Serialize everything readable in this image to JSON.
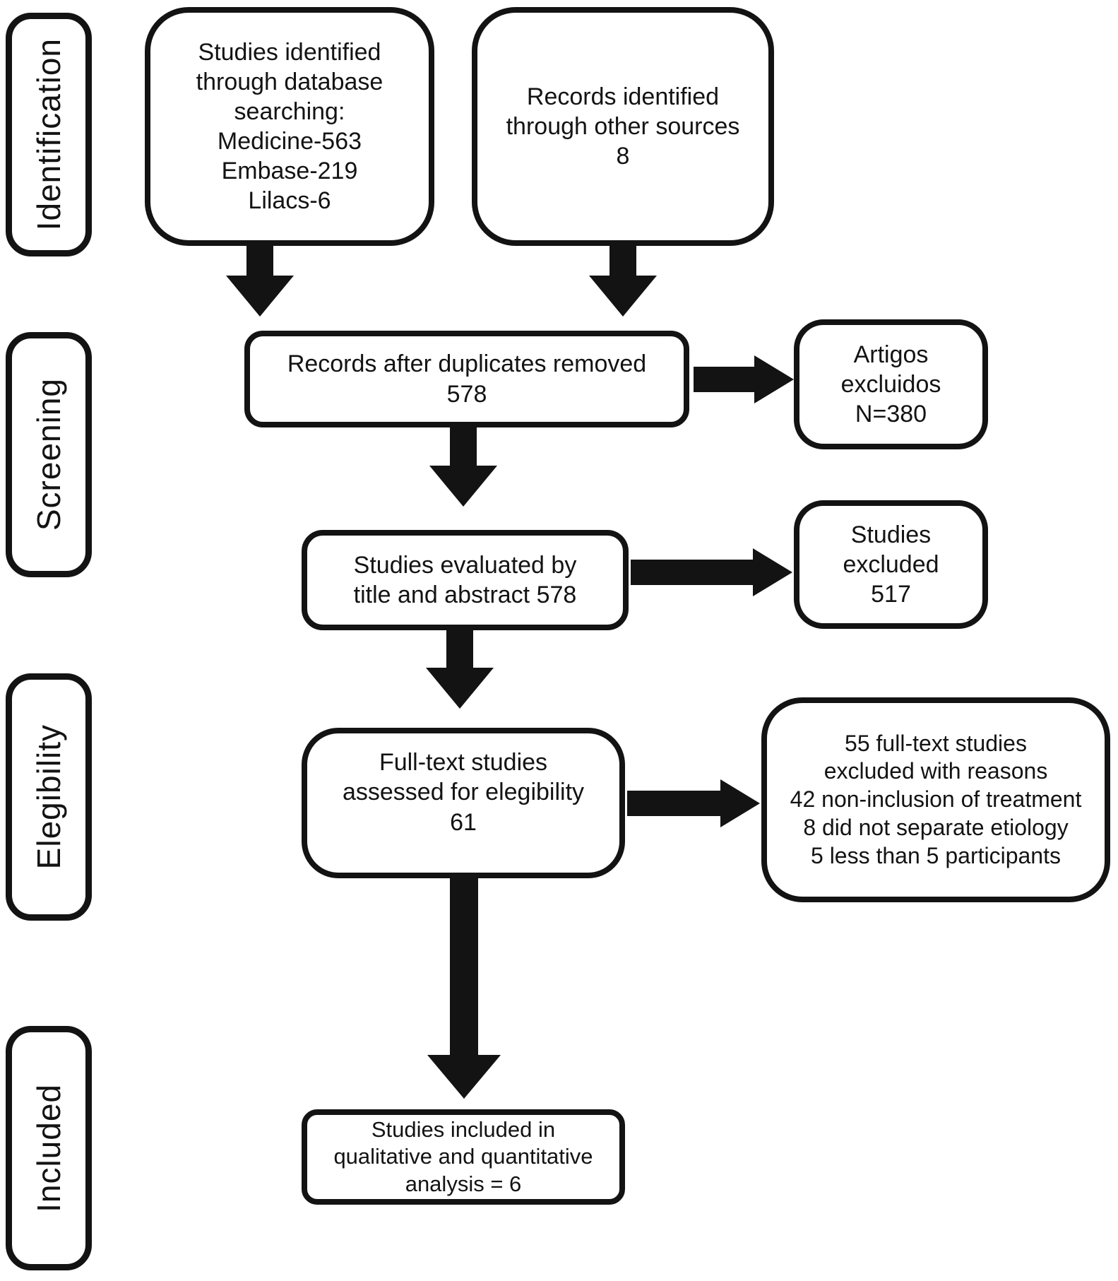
{
  "colors": {
    "ink": "#131313",
    "box_fill": "#ffffff",
    "background": "#ffffff"
  },
  "stages": [
    {
      "label": "Identification"
    },
    {
      "label": "Screening"
    },
    {
      "label": "Elegibility"
    },
    {
      "label": "Included"
    }
  ],
  "nodes": {
    "database_search": {
      "text": "Studies identified\nthrough database\nsearching:\nMedicine-563\nEmbase-219\nLilacs-6"
    },
    "other_sources": {
      "text": "Records identified\nthrough other sources\n8"
    },
    "after_duplicates": {
      "text": "Records after duplicates removed\n578"
    },
    "artigos_excluidos": {
      "text": "Artigos\nexcluidos\nN=380"
    },
    "title_abstract": {
      "text": "Studies evaluated by\ntitle and abstract 578"
    },
    "studies_excluded": {
      "text": "Studies\nexcluded\n517"
    },
    "fulltext_assessed": {
      "text": "Full-text studies\nassessed for elegibility\n61"
    },
    "fulltext_excluded_reasons": {
      "text": "55 full-text studies\nexcluded with reasons\n42 non-inclusion of treatment\n8 did not separate etiology\n5 less than 5 participants"
    },
    "included_analysis": {
      "text": "Studies included in\nqualitative and quantitative\nanalysis = 6"
    }
  }
}
